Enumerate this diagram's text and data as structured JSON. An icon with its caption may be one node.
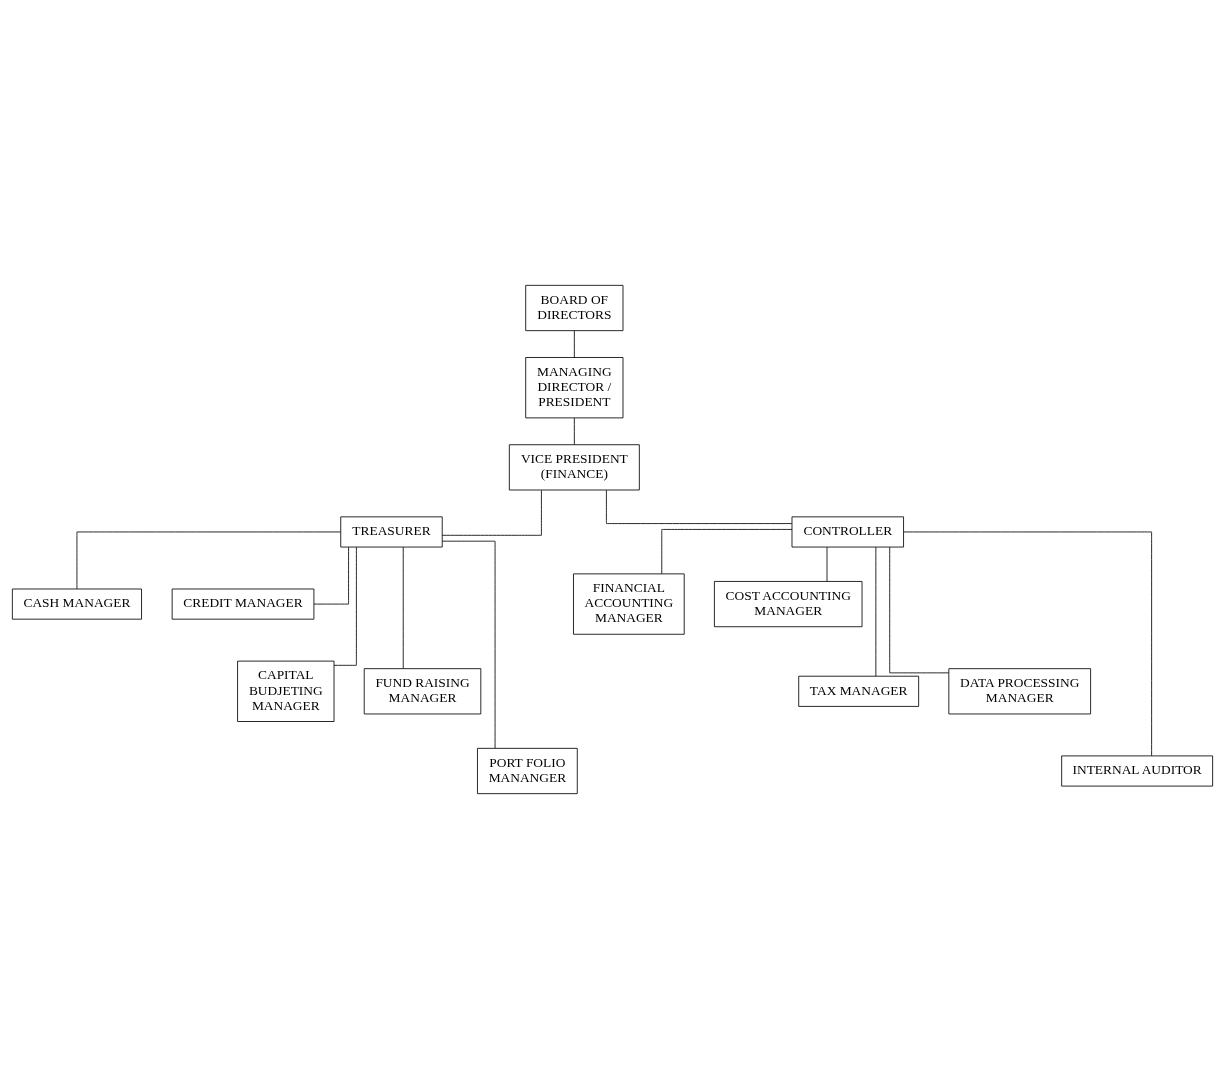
{
  "diagram": {
    "nodes": [
      {
        "text": [
          "BOARD OF DIRECTORS"
        ]
      },
      {
        "text": [
          "MANAGING DIRECTOR / PRESIDENT"
        ]
      },
      {
        "text": [
          "VICE PRESIDENT (FINANCE)"
        ]
      },
      {
        "text": [
          "TREASURER"
        ]
      },
      {
        "text": [
          "CONTROLLER"
        ]
      },
      {
        "text": [
          "CASH MANAGER"
        ]
      },
      {
        "text": [
          "CREDIT MANAGER"
        ]
      },
      {
        "text": [
          "CAPITAL BUDJETING MANAGER"
        ]
      },
      {
        "text": [
          "FUND RAISING MANAGER"
        ]
      },
      {
        "text": [
          "PORT FOLIO MANANGER"
        ]
      },
      {
        "text": [
          "FINANCIAL ACCOUNTING MANAGER"
        ]
      },
      {
        "text": [
          "COST ACCOUNTING MANAGER"
        ]
      },
      {
        "text": [
          "TAX MANAGER"
        ]
      },
      {
        "text": [
          "DATA PROCESSING MANAGER"
        ]
      },
      {
        "text": [
          "INTERNAL AUDITOR"
        ]
      }
    ],
    "edges": [
      {
        "from": 0,
        "to": 1,
        "arrow": "none"
      },
      {
        "from": 1,
        "to": 2,
        "arrow": "none"
      },
      {
        "from": 2,
        "to": 3,
        "arrow": "none"
      },
      {
        "from": 2,
        "to": 4,
        "arrow": "none"
      },
      {
        "from": 3,
        "to": 5,
        "arrow": "none"
      },
      {
        "from": 3,
        "to": 6,
        "arrow": "none"
      },
      {
        "from": 3,
        "to": 7,
        "arrow": "none"
      },
      {
        "from": 3,
        "to": 8,
        "arrow": "none"
      },
      {
        "from": 3,
        "to": 9,
        "arrow": "none"
      },
      {
        "from": 4,
        "to": 10,
        "arrow": "none"
      },
      {
        "from": 4,
        "to": 11,
        "arrow": "none"
      },
      {
        "from": 4,
        "to": 12,
        "arrow": "none"
      },
      {
        "from": 4,
        "to": 13,
        "arrow": "none"
      },
      {
        "from": 4,
        "to": 14,
        "arrow": "none"
      }
    ]
  }
}
